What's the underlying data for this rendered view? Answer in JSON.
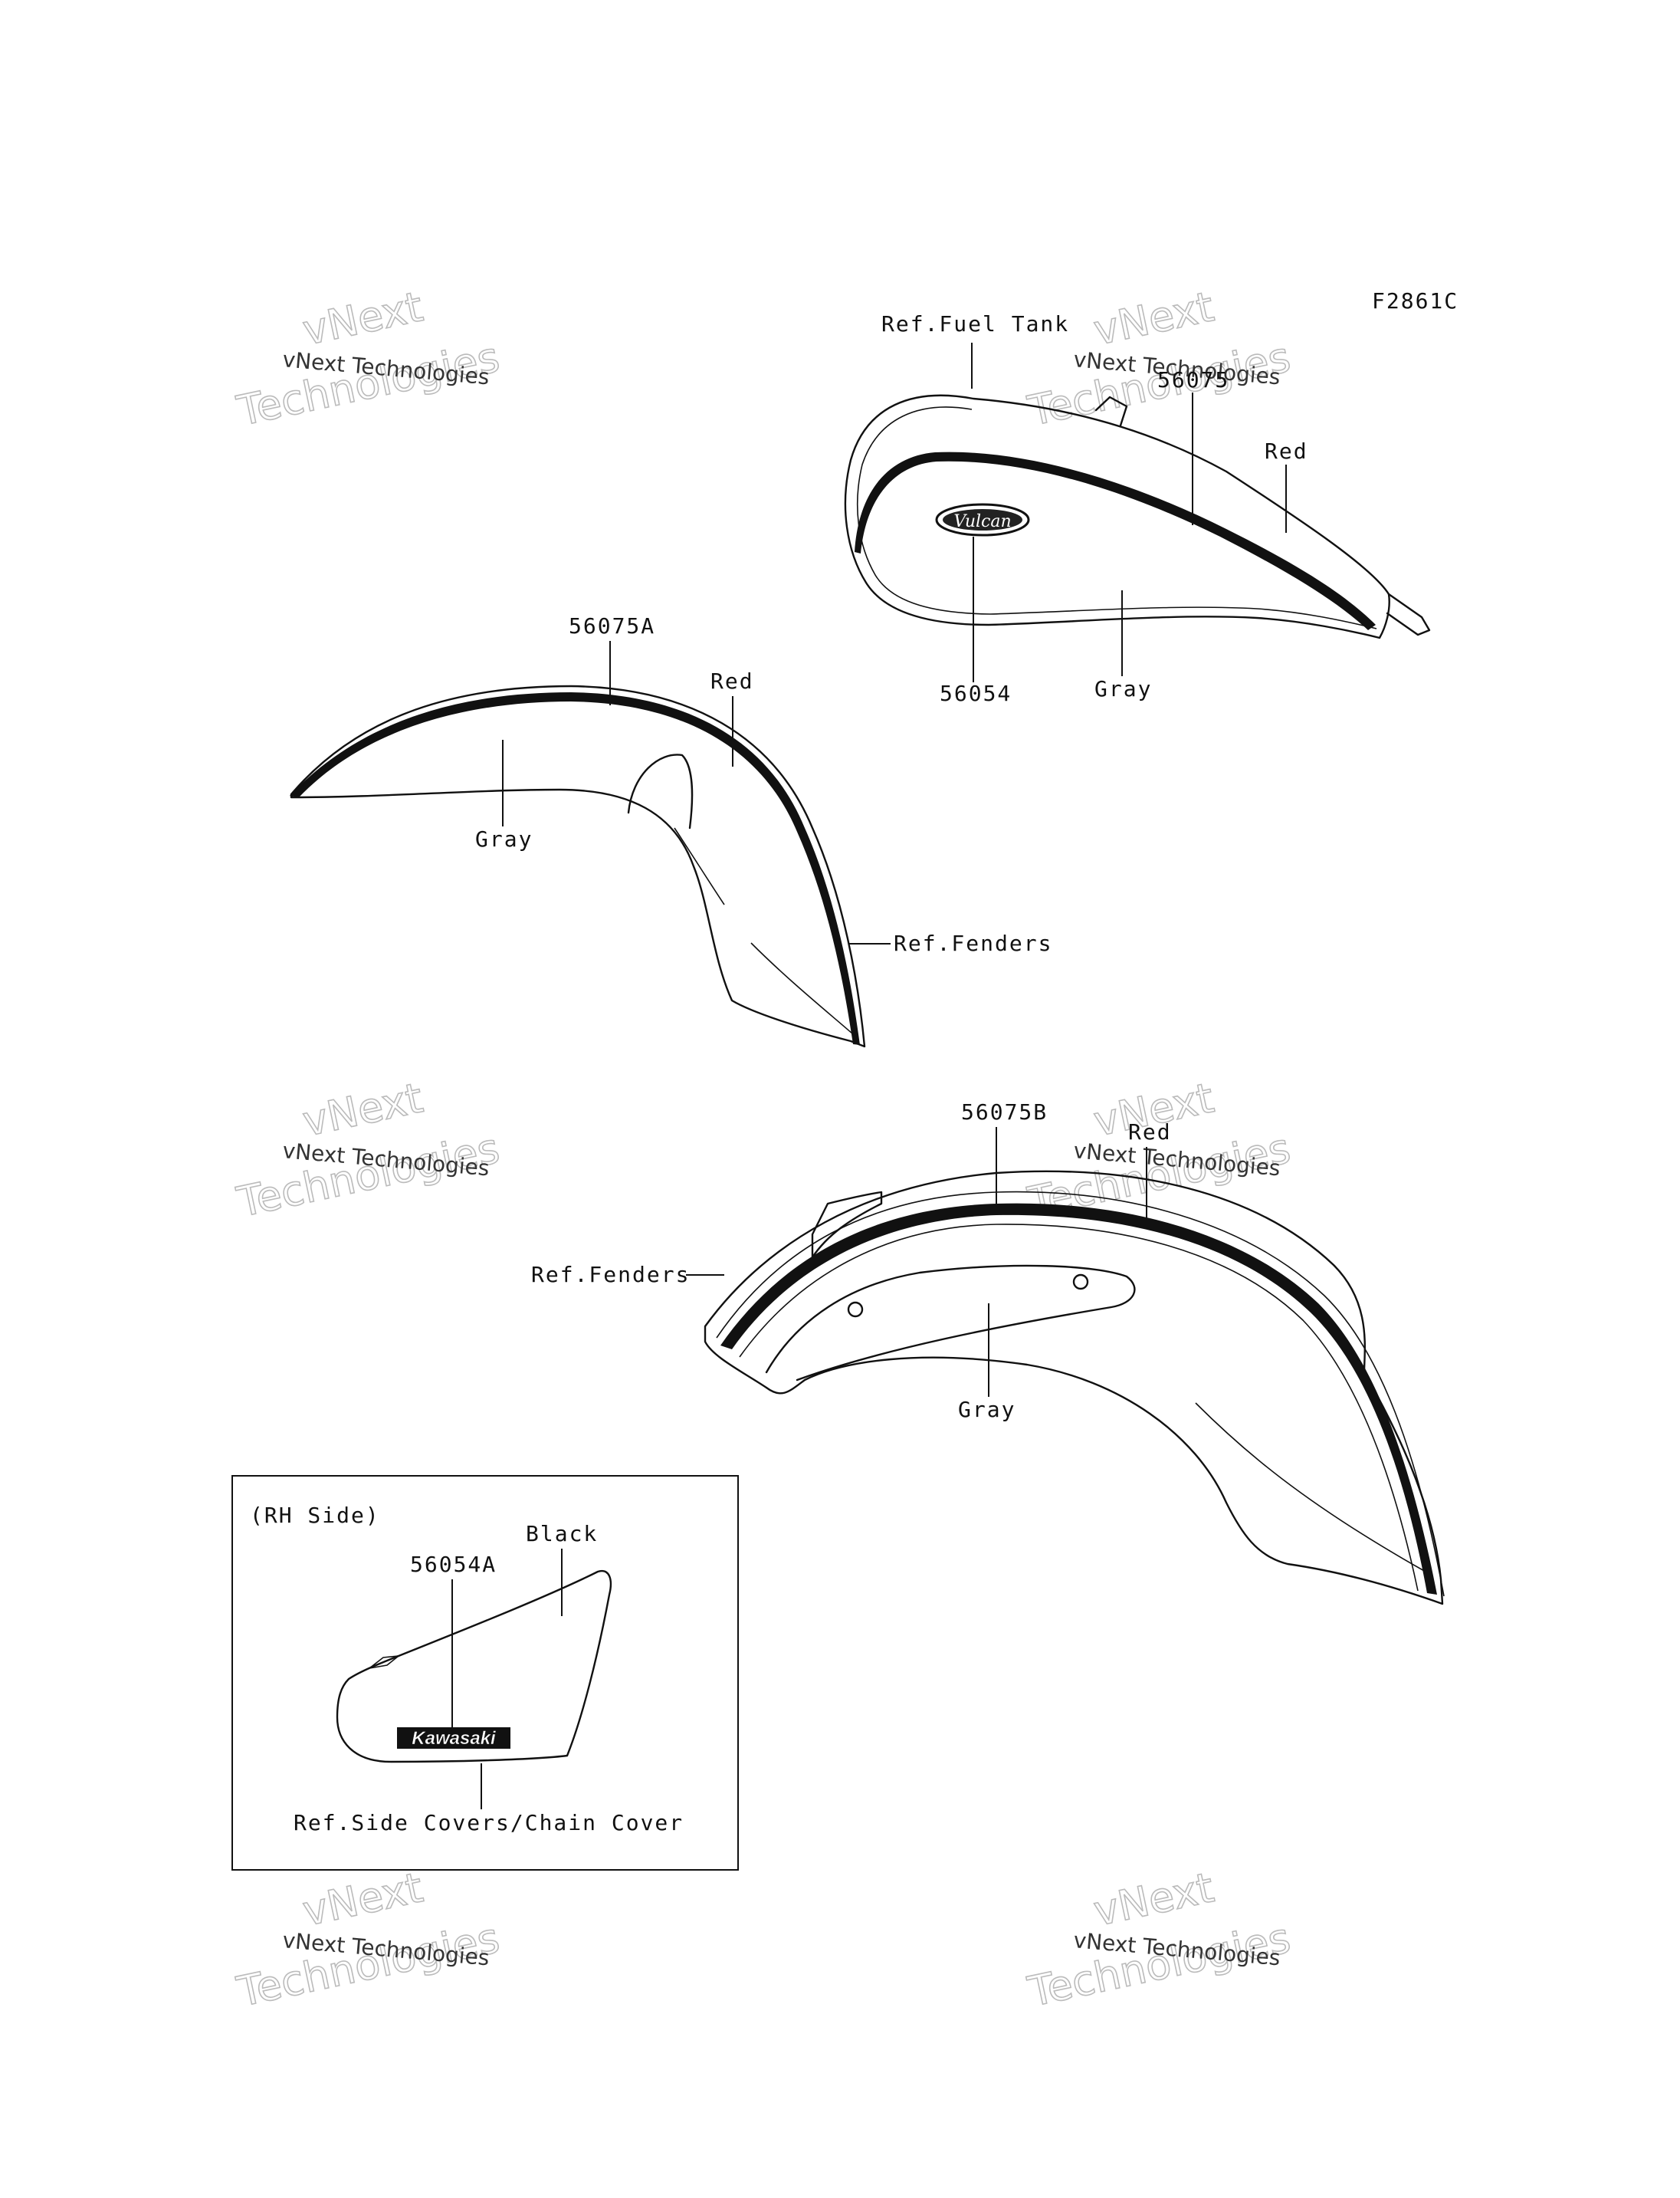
{
  "figure_code": "F2861C",
  "watermark": {
    "line1": "vNext Technologies",
    "line2a": "vNext",
    "line2b": "Technologies"
  },
  "fuel_tank": {
    "ref": "Ref.Fuel Tank",
    "part_stripe": "56075",
    "part_emblem": "56054",
    "color_top": "Red",
    "color_body": "Gray",
    "emblem_text": "Vulcan"
  },
  "front_fender": {
    "part": "56075A",
    "color_top": "Red",
    "color_body": "Gray",
    "ref": "Ref.Fenders"
  },
  "rear_fender": {
    "part": "56075B",
    "color_top": "Red",
    "color_body": "Gray",
    "ref": "Ref.Fenders"
  },
  "side_cover": {
    "title": "(RH Side)",
    "part": "56054A",
    "color": "Black",
    "logo": "Kawasaki",
    "ref": "Ref.Side Covers/Chain Cover"
  }
}
